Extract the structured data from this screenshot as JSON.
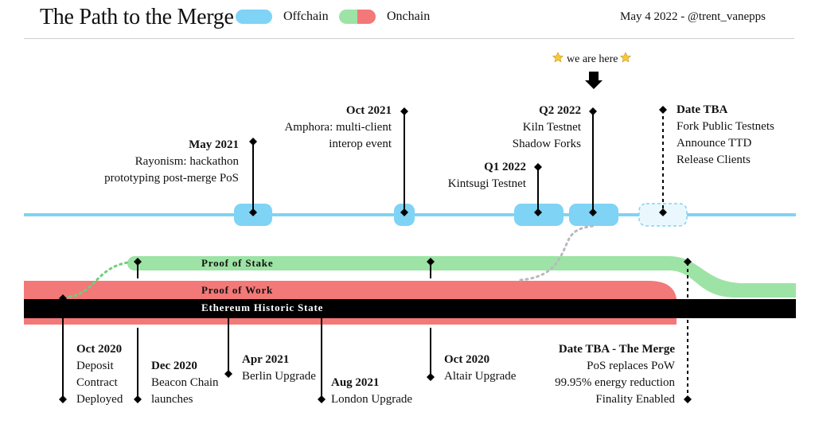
{
  "title": "The Path to the Merge",
  "legend": {
    "offchain": "Offchain",
    "onchain": "Onchain",
    "offchain_color": "#7fd3f5",
    "pos_color": "#9de3a5",
    "pow_color": "#f37878"
  },
  "author": "May 4 2022 - @trent_vanepps",
  "we_are_here": "we are here",
  "bars": {
    "pos": "Proof of Stake",
    "pow": "Proof of Work",
    "historic": "Ethereum Historic State"
  },
  "top_events": [
    {
      "date": "May 2021",
      "lines": [
        "Rayonism: hackathon",
        "prototyping post-merge PoS"
      ]
    },
    {
      "date": "Oct 2021",
      "lines": [
        "Amphora: multi-client",
        "interop event"
      ]
    },
    {
      "date": "Q1 2022",
      "lines": [
        "Kintsugi Testnet"
      ]
    },
    {
      "date": "Q2 2022",
      "lines": [
        "Kiln Testnet",
        "Shadow Forks"
      ]
    },
    {
      "date": "Date TBA",
      "lines": [
        "Fork Public Testnets",
        "Announce TTD",
        "Release Clients"
      ]
    }
  ],
  "bottom_events": [
    {
      "date": "Oct 2020",
      "lines": [
        "Deposit",
        "Contract",
        "Deployed"
      ]
    },
    {
      "date": "Dec 2020",
      "lines": [
        "Beacon Chain",
        "launches"
      ]
    },
    {
      "date": "Apr 2021",
      "lines": [
        "Berlin Upgrade"
      ]
    },
    {
      "date": "Aug 2021",
      "lines": [
        "London Upgrade"
      ]
    },
    {
      "date": "Oct 2020",
      "lines": [
        "Altair Upgrade"
      ]
    },
    {
      "date": "Date TBA - The Merge",
      "lines": [
        "PoS replaces PoW",
        "99.95% energy reduction",
        "Finality Enabled"
      ]
    }
  ]
}
